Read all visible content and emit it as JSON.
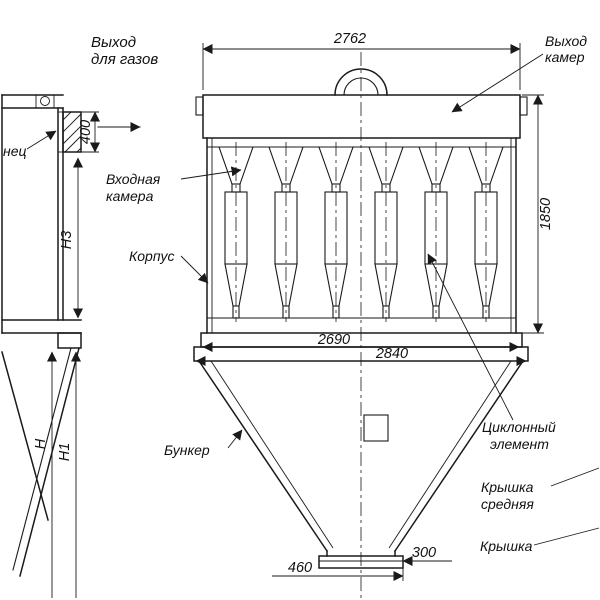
{
  "drawing": {
    "kind": "technical-drawing",
    "subject": "battery-cyclone-dust-collector",
    "language": "ru"
  },
  "labels": {
    "gas_outlet_line1": "Выход",
    "gas_outlet_line2": "для газов",
    "flange_cut": "нец",
    "inlet_chamber_line1": "Входная",
    "inlet_chamber_line2": "камера",
    "body": "Корпус",
    "hopper": "Бункер",
    "cyclone_element_line1": "Циклонный",
    "cyclone_element_line2": "элемент",
    "middle_cover_line1": "Крышка",
    "middle_cover_line2": "средняя",
    "cover": "Крышка",
    "outlet_chamber_line1": "Выход",
    "outlet_chamber_line2": "камер"
  },
  "dimensions": {
    "overall_width": "2762",
    "flange_width_inner": "2690",
    "flange_width_outer": "2840",
    "body_height": "1850",
    "gas_outlet_width": "400",
    "bottom_flange_width": "460",
    "bottom_outlet_width": "300",
    "height_h3": "Н3",
    "height_h": "Н",
    "height_h1": "Н1"
  },
  "colors": {
    "line": "#1a1a1a",
    "background": "#ffffff"
  }
}
